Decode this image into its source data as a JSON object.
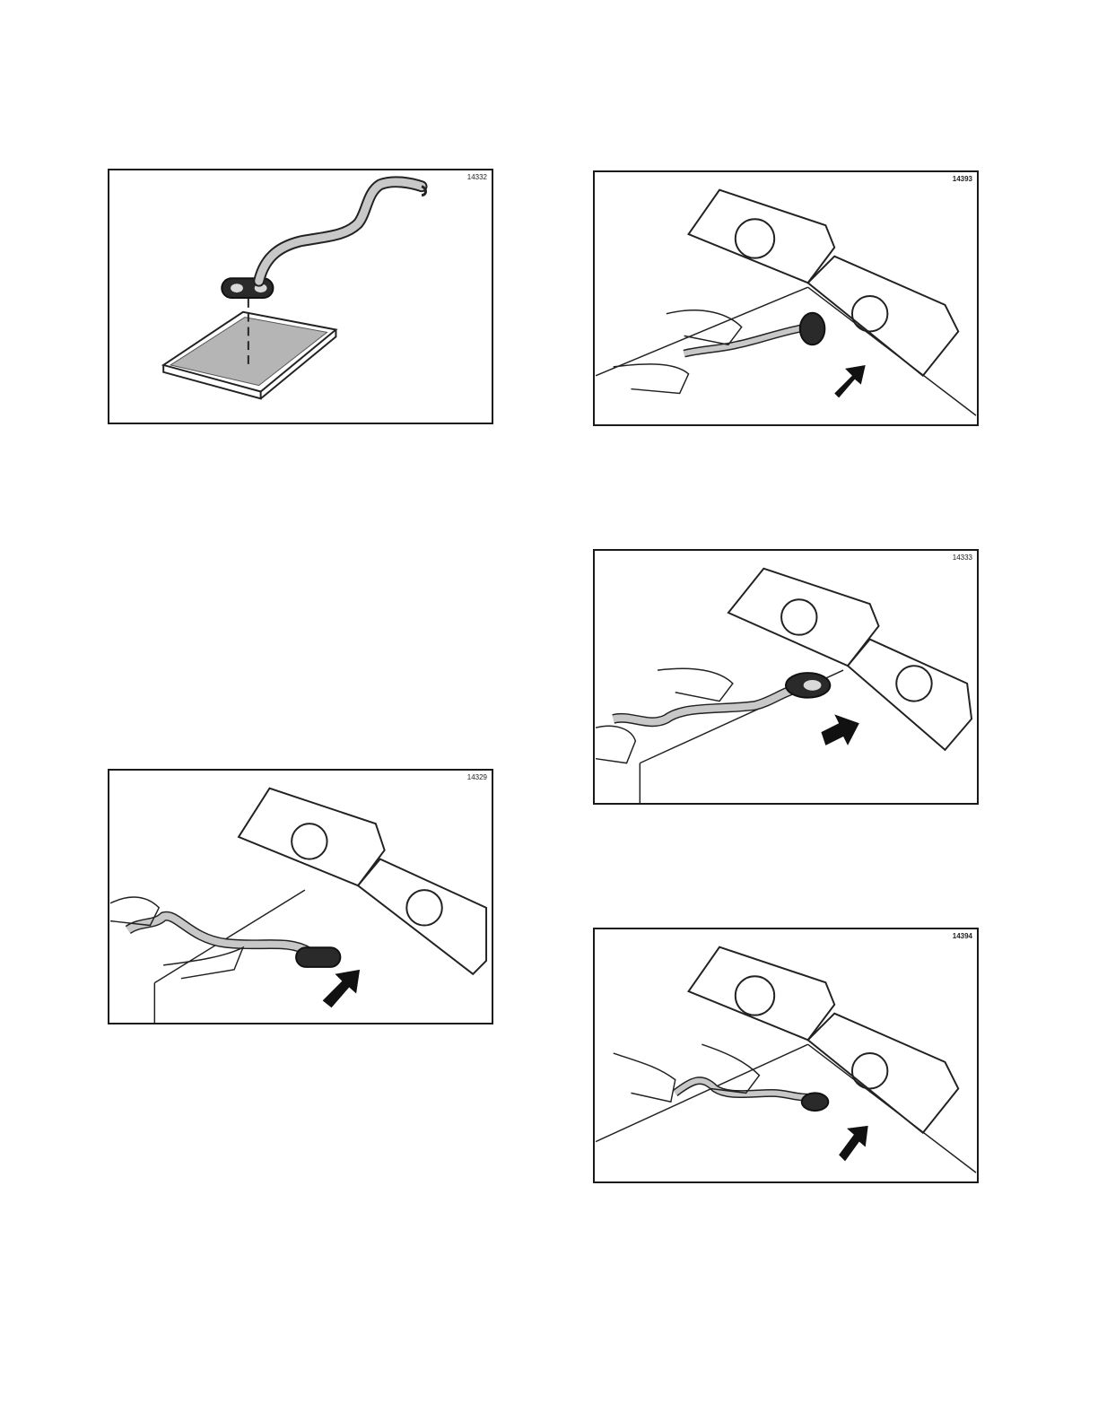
{
  "figures": [
    {
      "id": "14332",
      "label": "14332",
      "description_icon": "hose-and-tray-illustration"
    },
    {
      "id": "14393",
      "label": "14393",
      "description_icon": "hose-install-illustration"
    },
    {
      "id": "14333",
      "label": "14333",
      "description_icon": "hose-install-illustration"
    },
    {
      "id": "14329",
      "label": "14329",
      "description_icon": "hose-install-illustration"
    },
    {
      "id": "14394",
      "label": "14394",
      "description_icon": "hose-install-illustration"
    }
  ],
  "colors": {
    "border": "#1a1a1a",
    "fill_gray": "#b5b5b5",
    "dark": "#2a2a2a",
    "light_gray": "#d9d9d9"
  }
}
